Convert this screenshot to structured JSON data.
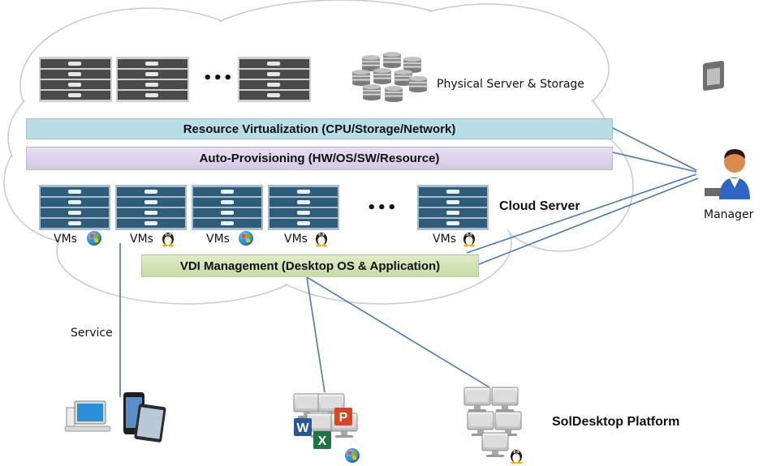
{
  "labels": {
    "physical": "Physical Server & Storage",
    "resource_virtualization": "Resource Virtualization (CPU/Storage/Network)",
    "auto_provisioning": "Auto-Provisioning (HW/OS/SW/Resource)",
    "cloud_server": "Cloud Server",
    "manager": "Manager",
    "vdi_management": "VDI Management (Desktop OS & Application)",
    "service": "Service",
    "platform": "SolDesktop Platform",
    "ellipsis": "•••"
  },
  "vms": [
    {
      "label": "VMs",
      "os_icon": "windows-icon"
    },
    {
      "label": "VMs",
      "os_icon": "linux-penguin-icon"
    },
    {
      "label": "VMs",
      "os_icon": "windows-icon"
    },
    {
      "label": "VMs",
      "os_icon": "linux-penguin-icon"
    },
    {
      "label": "VMs",
      "os_icon": "linux-penguin-icon"
    }
  ],
  "colors": {
    "cloud_fill": "#ffffff",
    "cloud_stroke": "#c9c9c9",
    "band_virtualization": "#b9dde6",
    "band_provisioning": "#ddd3ec",
    "band_vdi": "#d2e3b4",
    "physical_server": "#4a4a4a",
    "cloud_server": "#2f5d79",
    "connector": "#4a78b0"
  }
}
